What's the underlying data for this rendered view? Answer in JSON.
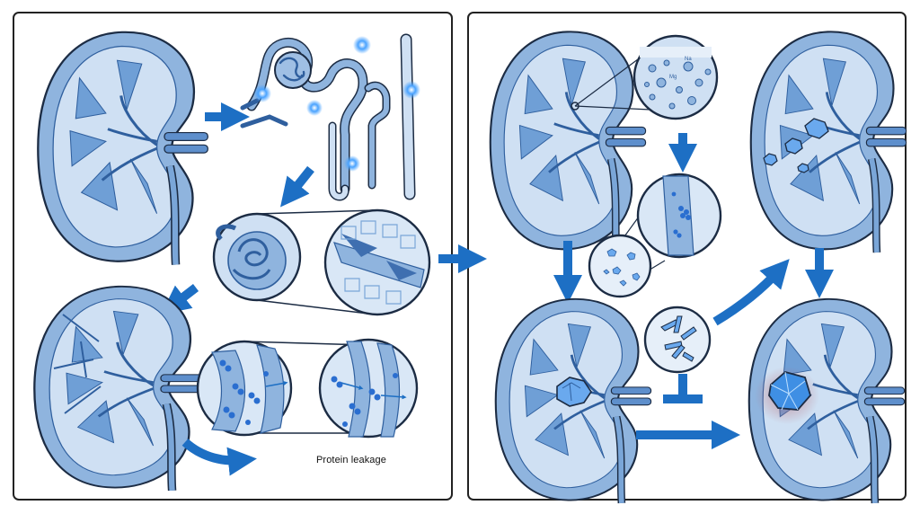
{
  "caption": "Protein leakage",
  "ion_labels": [
    "Mg",
    "Na"
  ],
  "colors": {
    "organ": "#7aa6d8",
    "organ_dark": "#2f5f9e",
    "organ_light": "#cfe0f3",
    "pale": "#e6eff9",
    "arrow": "#1d6fc4",
    "glow": "#4aa3ff",
    "crystal": "#6aa9ee",
    "inflammation": "#b5646e",
    "stroke": "#1c2c44"
  }
}
